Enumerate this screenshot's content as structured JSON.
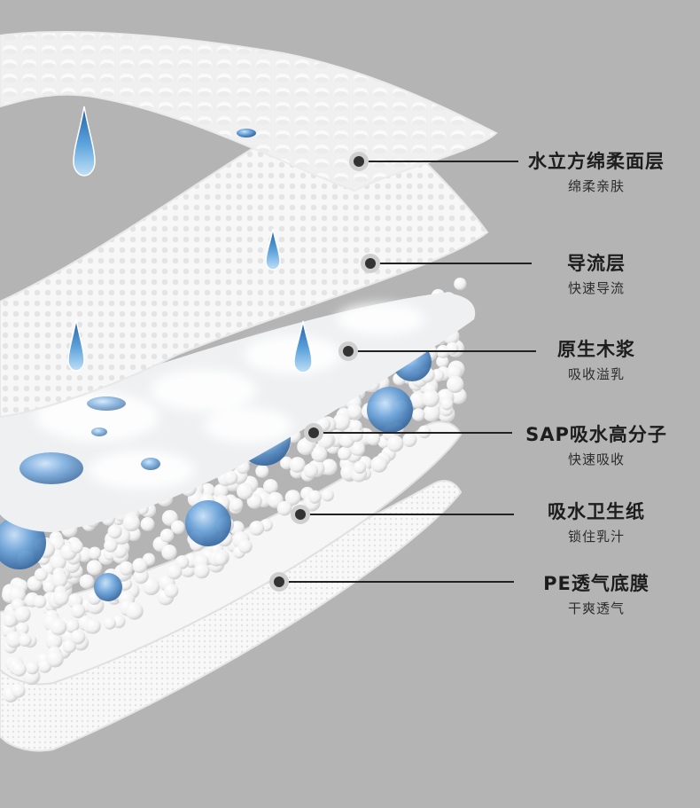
{
  "layers": [
    {
      "title": "水立方绵柔面层",
      "subtitle": "绵柔亲肤"
    },
    {
      "title": "导流层",
      "subtitle": "快速导流"
    },
    {
      "title": "原生木浆",
      "subtitle": "吸收溢乳"
    },
    {
      "title": "SAP吸水高分子",
      "subtitle": "快速吸收"
    },
    {
      "title": "吸水卫生纸",
      "subtitle": "锁住乳汁"
    },
    {
      "title": "PE透气底膜",
      "subtitle": "干爽透气"
    }
  ],
  "colors": {
    "background": "#b4b4b4",
    "sheet": "#f6f6f6",
    "water": "#4f8fd0",
    "pointer": "#222222"
  }
}
